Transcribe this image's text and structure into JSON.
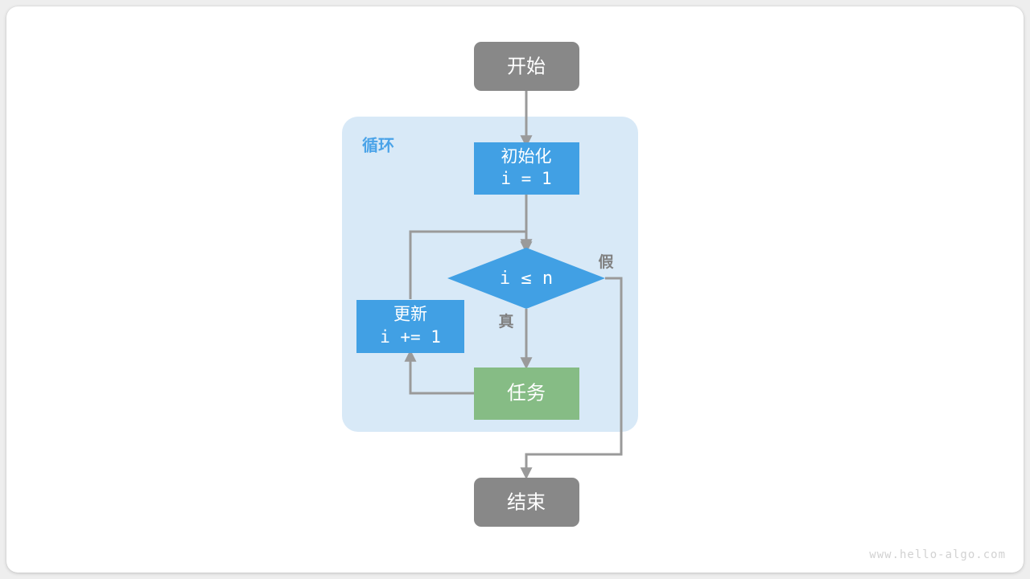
{
  "diagram": {
    "title": "for-loop-flowchart",
    "watermark": "www.hello-algo.com",
    "group": {
      "label": "循环",
      "color": "#d8e9f7",
      "label_color": "#4aa3e8"
    },
    "colors": {
      "terminal": "#888888",
      "process": "#41a0e4",
      "task": "#86bc85",
      "edge": "#9a9a9a",
      "text": "#ffffff",
      "page_bg": "#eeeeee",
      "card_bg": "#ffffff"
    },
    "nodes": {
      "start": {
        "label": "开始",
        "shape": "rounded-rect",
        "color": "#888888"
      },
      "init": {
        "label_line1": "初始化",
        "label_line2": "i = 1",
        "shape": "rect",
        "color": "#41a0e4"
      },
      "condition": {
        "label": "i ≤ n",
        "shape": "diamond",
        "color": "#41a0e4"
      },
      "update": {
        "label_line1": "更新",
        "label_line2": "i += 1",
        "shape": "rect",
        "color": "#41a0e4"
      },
      "task": {
        "label": "任务",
        "shape": "rect",
        "color": "#86bc85"
      },
      "end": {
        "label": "结束",
        "shape": "rounded-rect",
        "color": "#888888"
      }
    },
    "edges": {
      "true_label": "真",
      "false_label": "假"
    }
  }
}
